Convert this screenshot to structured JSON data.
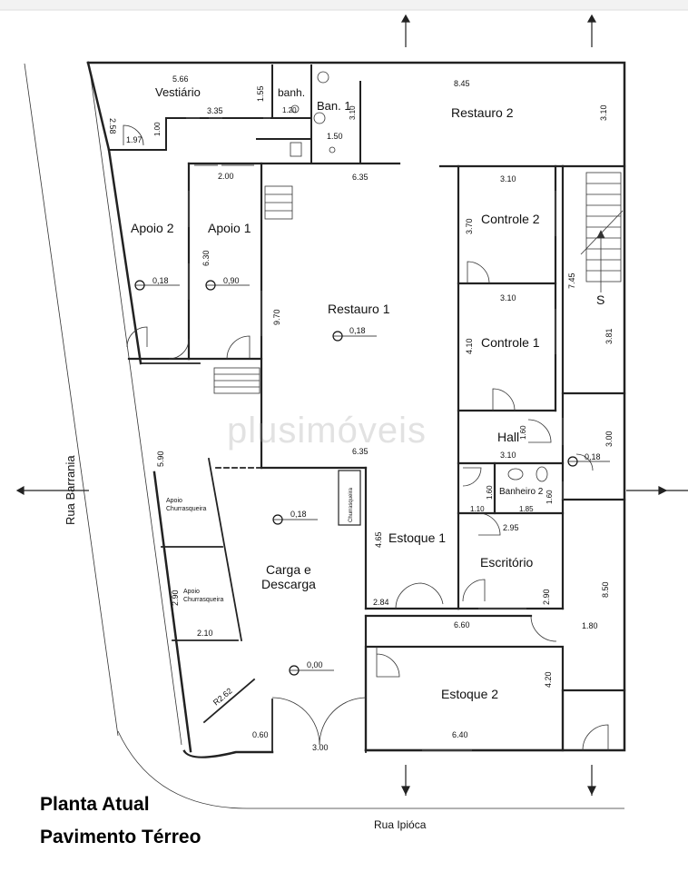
{
  "title": {
    "line1": "Planta Atual",
    "line2": "Pavimento Térreo"
  },
  "watermark": "plusimóveis",
  "streets": {
    "left": "Rua Barrania",
    "bottom": "Rua Ipióca"
  },
  "rooms": {
    "vestiario": "Vestiário",
    "banh": "banh.",
    "ban1": "Ban. 1",
    "restauro2": "Restauro 2",
    "apoio2": "Apoio 2",
    "apoio1": "Apoio 1",
    "restauro1": "Restauro 1",
    "controle2": "Controle 2",
    "controle1": "Controle 1",
    "hall": "Hall",
    "banheiro2": "Banheiro 2",
    "escritorio": "Escritório",
    "estoque1": "Estoque 1",
    "carga1": "Carga e",
    "carga2": "Descarga",
    "estoque2": "Estoque 2",
    "apoio_churr_a1": "Apoio",
    "apoio_churr_a2": "Churrasqueira",
    "apoio_churr_b1": "Apoio",
    "apoio_churr_b2": "Churrasqueira",
    "churrasqueira": "Churrasqueira",
    "stair_s": "S"
  },
  "dimensions": {
    "d566": "5.66",
    "d258": "2.58",
    "d197": "1.97",
    "d100": "1.00",
    "d335": "3.35",
    "d155": "1.55",
    "d120": "1.20",
    "d310a": "3.10",
    "d150": "1.50",
    "d845": "8.45",
    "d310b": "3.10",
    "d635a": "6.35",
    "d200": "2.00",
    "d630": "6.30",
    "d970": "9.70",
    "d310c": "3.10",
    "d370": "3.70",
    "d310d": "3.10",
    "d410": "4.10",
    "d745": "7.45",
    "d381": "3.81",
    "d160a": "1.60",
    "d300": "3.00",
    "d310e": "3.10",
    "d635b": "6.35",
    "d590": "5.90",
    "d160b": "1.60",
    "d160c": "1.60",
    "d110": "1.10",
    "d185": "1.85",
    "d295": "2.95",
    "d465": "4.65",
    "d290a": "2.90",
    "d284": "2.84",
    "d290b": "2.90",
    "d850": "8.50",
    "d210": "2.10",
    "d660": "6.60",
    "d180": "1.80",
    "d420": "4.20",
    "r262": "R2.62",
    "d060": "0.60",
    "d300b": "3.00",
    "d640": "6.40"
  },
  "levels": {
    "l_apoio2": "0,18",
    "l_apoio1": "0,90",
    "l_restauro1": "0,18",
    "l_hall": "0,18",
    "l_carga": "0,18",
    "l_entry": "0,00"
  }
}
